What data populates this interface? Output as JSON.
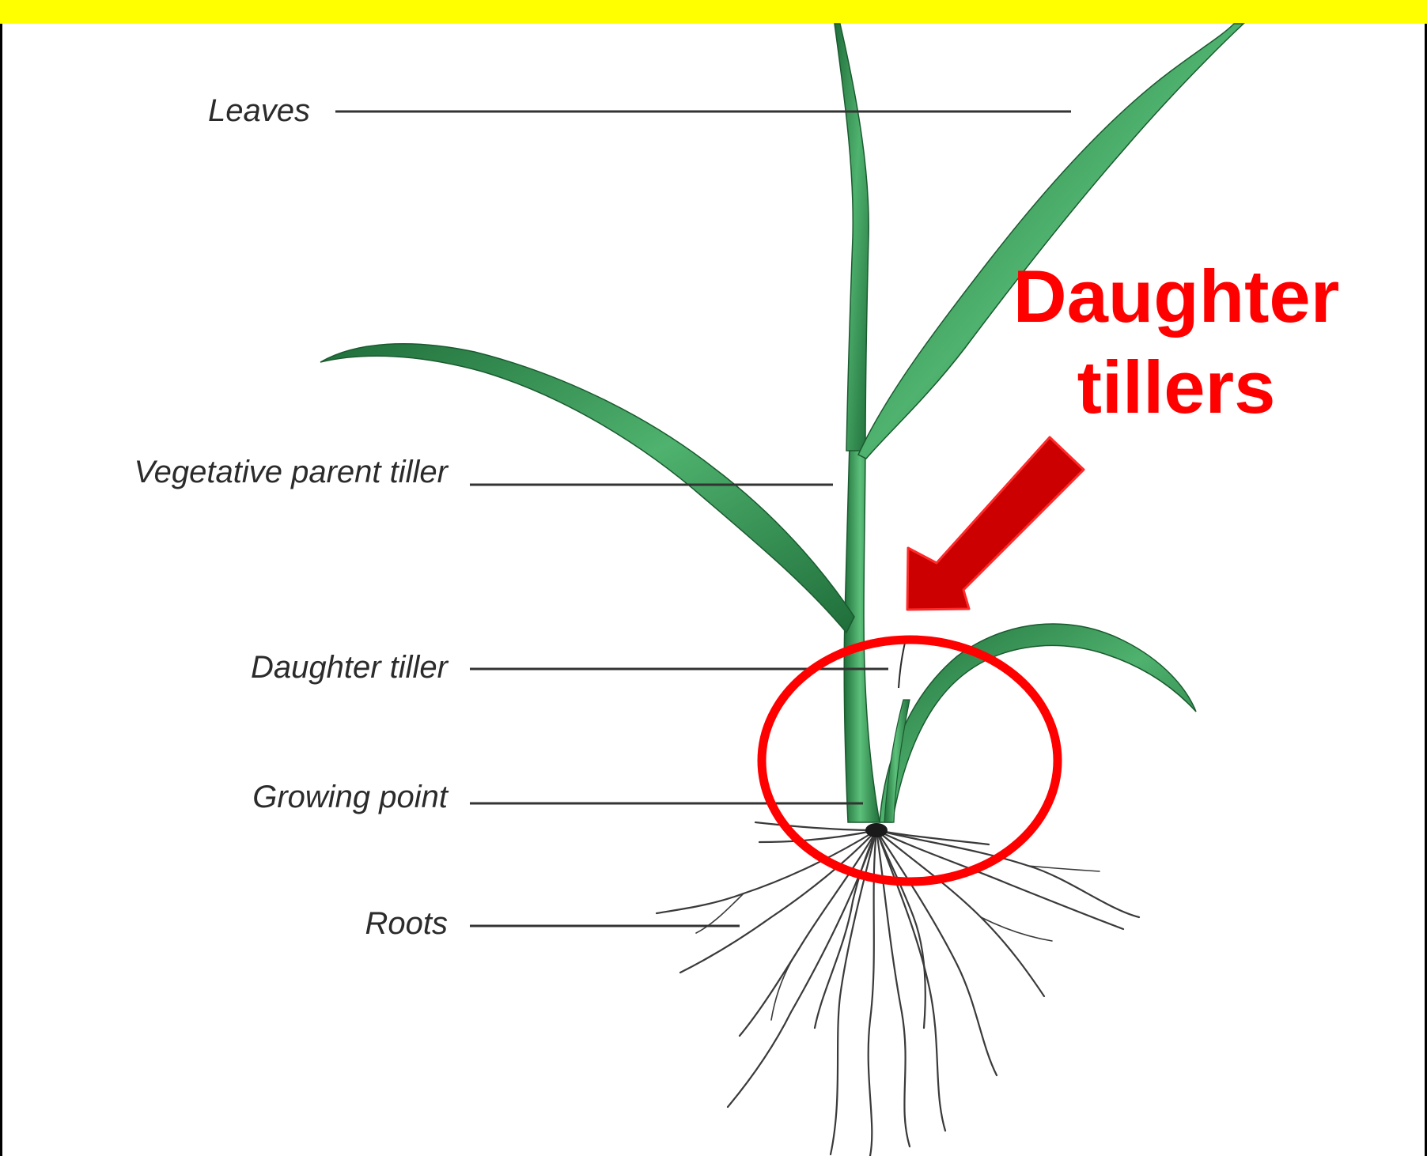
{
  "colors": {
    "banner": "#ffff00",
    "frame": "#000000",
    "leaf_dark": "#1f6e3a",
    "leaf_light": "#4fb26e",
    "root": "#3a3a3a",
    "leader_line": "#333333",
    "annotation_red": "#ff0000",
    "arrow_fill": "#cc0000",
    "arrow_edge": "#ff2a2a"
  },
  "labels": {
    "leaves": "Leaves",
    "vegetative_parent_tiller": "Vegetative parent tiller",
    "daughter_tiller": "Daughter tiller",
    "growing_point": "Growing point",
    "roots": "Roots"
  },
  "callout": {
    "line1": "Daughter",
    "line2": "tillers"
  }
}
